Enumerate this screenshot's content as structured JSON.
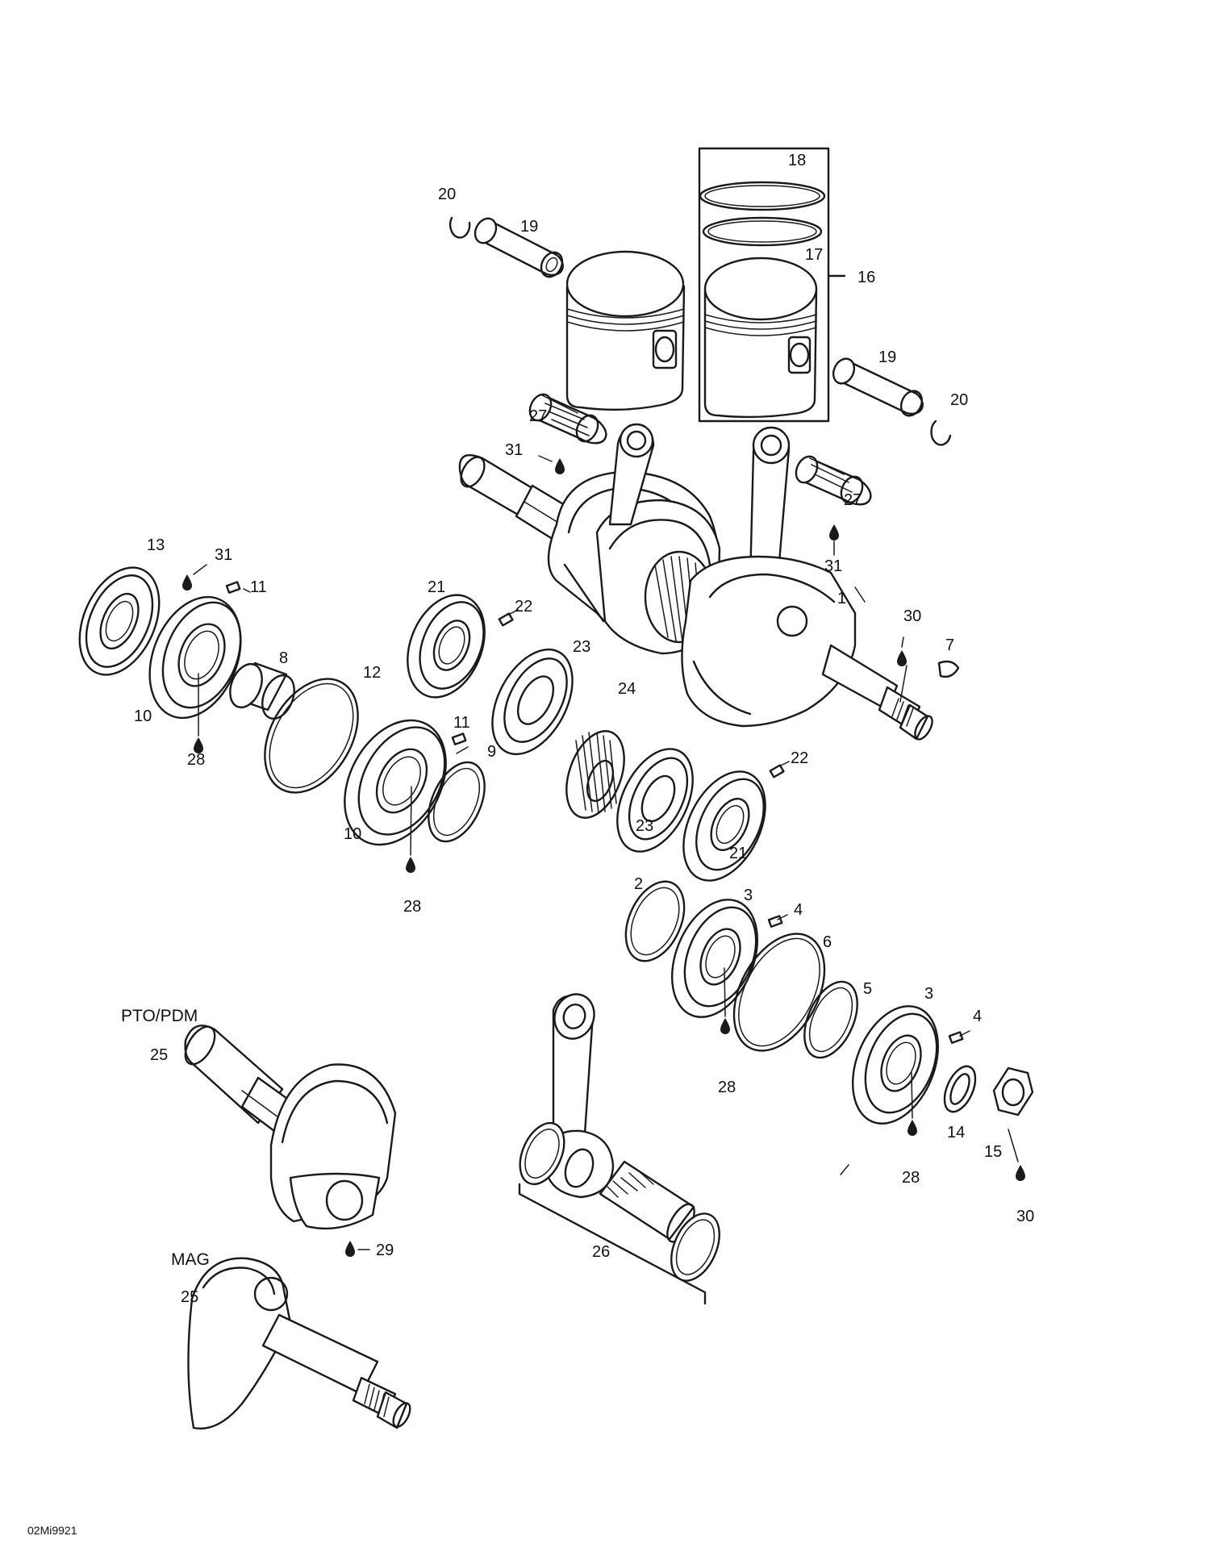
{
  "diagram": {
    "labels": {
      "l1": "1",
      "l2": "2",
      "l3a": "3",
      "l3b": "3",
      "l4a": "4",
      "l4b": "4",
      "l5": "5",
      "l6": "6",
      "l7": "7",
      "l8": "8",
      "l9": "9",
      "l10a": "10",
      "l10b": "10",
      "l11a": "11",
      "l11b": "11",
      "l12": "12",
      "l13": "13",
      "l14": "14",
      "l15": "15",
      "l16": "16",
      "l17": "17",
      "l18": "18",
      "l19a": "19",
      "l19b": "19",
      "l20a": "20",
      "l20b": "20",
      "l21a": "21",
      "l21b": "21",
      "l22a": "22",
      "l22b": "22",
      "l23a": "23",
      "l23b": "23",
      "l24": "24",
      "l25a": "25",
      "l25b": "25",
      "l26": "26",
      "l27a": "27",
      "l27b": "27",
      "l28a": "28",
      "l28b": "28",
      "l28c": "28",
      "l28d": "28",
      "l29": "29",
      "l30a": "30",
      "l30b": "30",
      "l31a": "31",
      "l31b": "31",
      "l31c": "31"
    },
    "captions": {
      "pto": "PTO/PDM",
      "mag": "MAG"
    },
    "figure_code": "02Mi9921"
  }
}
